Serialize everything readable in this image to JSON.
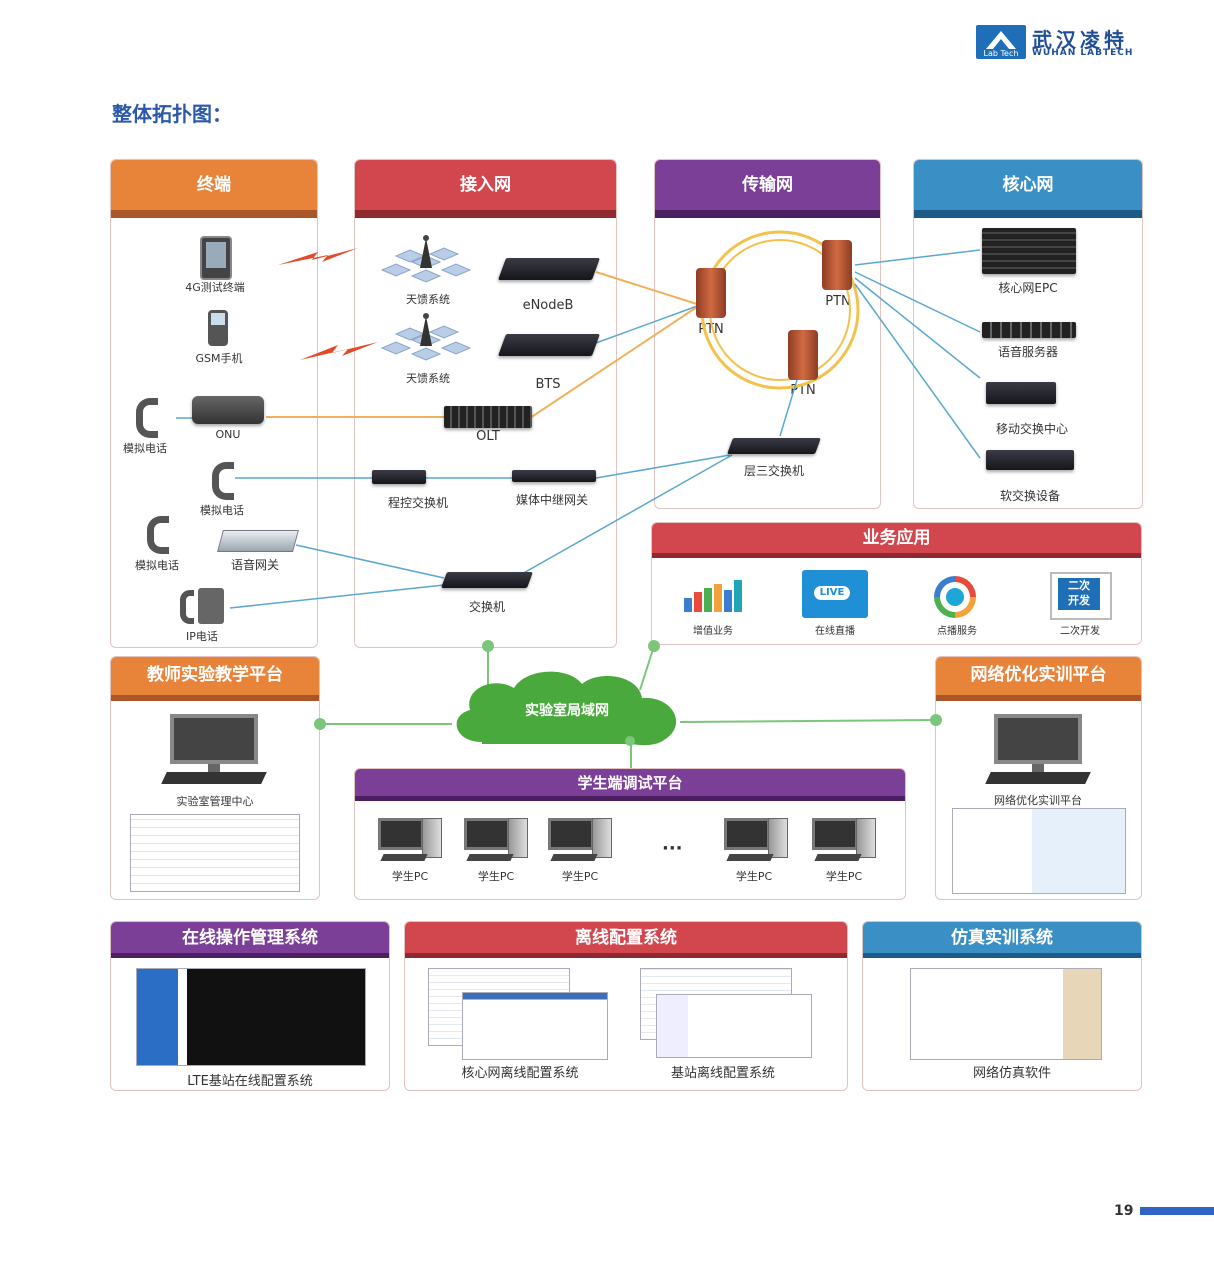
{
  "brand": {
    "logo_badge": "Lab Tech",
    "name_cn": "武汉凌特",
    "name_en": "WUHAN LABTECH"
  },
  "page_title": "整体拓扑图：",
  "page_number": "19",
  "colors": {
    "orange": "#e8833a",
    "red": "#d2474e",
    "purple": "#7b3f97",
    "blue": "#3a8fc4",
    "cloud": "#4aa93d",
    "accent_blue": "#2f63c6"
  },
  "terminal": {
    "header": "终端",
    "items": {
      "lte_terminal": "4G测试终端",
      "gsm_phone": "GSM手机",
      "analog_phone_1": "模拟电话",
      "onu": "ONU",
      "analog_phone_2": "模拟电话",
      "analog_phone_3": "模拟电话",
      "voice_gateway": "语音网关",
      "ip_phone": "IP电话"
    }
  },
  "access": {
    "header": "接入网",
    "items": {
      "antenna_1": "天馈系统",
      "enodeb": "eNodeB",
      "antenna_2": "天馈系统",
      "bts": "BTS",
      "olt": "OLT",
      "pbx": "程控交换机",
      "media_gateway": "媒体中继网关",
      "switch": "交换机"
    }
  },
  "transport": {
    "header": "传输网",
    "items": {
      "ptn_left": "PTN",
      "ptn_right": "PTN",
      "ptn_bottom": "PTN",
      "l3_switch": "层三交换机"
    }
  },
  "core": {
    "header": "核心网",
    "items": {
      "epc": "核心网EPC",
      "voice_server": "语音服务器",
      "msc": "移动交换中心",
      "softswitch": "软交换设备"
    }
  },
  "business": {
    "header": "业务应用",
    "items": {
      "value_added": "增值业务",
      "live": "在线直播",
      "vod": "点播服务",
      "dev": "二次开发",
      "live_badge": "LIVE",
      "dev_badge_1": "二次",
      "dev_badge_2": "开发"
    }
  },
  "teacher": {
    "header": "教师实验教学平台",
    "caption": "实验室管理中心"
  },
  "lan": {
    "label": "实验室局域网"
  },
  "optimization": {
    "header": "网络优化实训平台",
    "caption": "网络优化实训平台"
  },
  "student": {
    "header": "学生端调试平台",
    "pc_label": "学生PC",
    "ellipsis": "···"
  },
  "online_system": {
    "header": "在线操作管理系统",
    "caption": "LTE基站在线配置系统"
  },
  "offline_system": {
    "header": "离线配置系统",
    "caption_core": "核心网离线配置系统",
    "caption_bs": "基站离线配置系统"
  },
  "simulation": {
    "header": "仿真实训系统",
    "caption": "网络仿真软件"
  }
}
